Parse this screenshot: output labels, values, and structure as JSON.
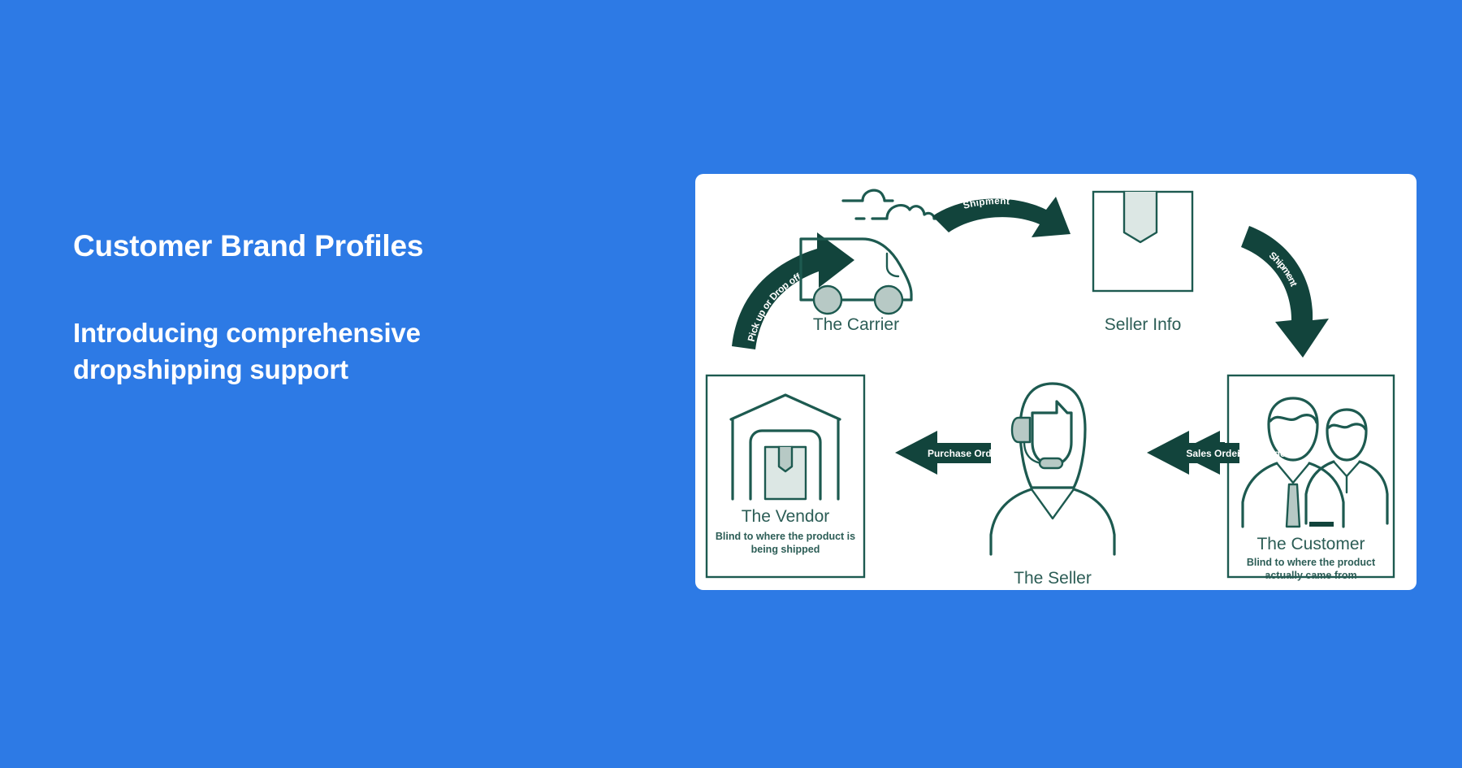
{
  "page": {
    "background_color": "#2d7ae5",
    "headline": "Customer Brand Profiles",
    "subhead": "Introducing comprehensive dropshipping support",
    "text_color": "#ffffff"
  },
  "diagram": {
    "card_background": "#ffffff",
    "ink_color": "#12443c",
    "accent_color": "#1d5a50",
    "nodes": [
      {
        "id": "carrier",
        "icon": "delivery-van-icon",
        "title": "The Carrier",
        "subtitle": "",
        "framed": false
      },
      {
        "id": "seller-info",
        "icon": "package-box-icon",
        "title": "Seller Info",
        "subtitle": "",
        "framed": true
      },
      {
        "id": "customer",
        "icon": "two-people-icon",
        "title": "The Customer",
        "subtitle_line1": "Blind to where the product",
        "subtitle_line2": "actually came from",
        "framed": true
      },
      {
        "id": "seller",
        "icon": "headset-agent-icon",
        "title": "The Seller",
        "subtitle": "",
        "framed": false
      },
      {
        "id": "vendor",
        "icon": "warehouse-icon",
        "title": "The Vendor",
        "subtitle_line1": "Blind to where the product is",
        "subtitle_line2": "being shipped",
        "framed": true
      }
    ],
    "arrows": [
      {
        "id": "pickup-dropoff",
        "label": "Pick up or Drop off",
        "from": "vendor",
        "to": "carrier",
        "shape": "curved-up-right"
      },
      {
        "id": "shipment-top",
        "label": "Shipment",
        "from": "carrier",
        "to": "seller-info",
        "shape": "curved-right"
      },
      {
        "id": "shipment-right",
        "label": "Shipment",
        "from": "seller-info",
        "to": "customer",
        "shape": "curved-down"
      },
      {
        "id": "sales-order",
        "label": "Sales Order",
        "from": "customer",
        "to": "seller",
        "shape": "straight-left"
      },
      {
        "id": "purchase-order",
        "label": "Purchase Order",
        "from": "seller",
        "to": "vendor",
        "shape": "straight-left"
      }
    ]
  }
}
